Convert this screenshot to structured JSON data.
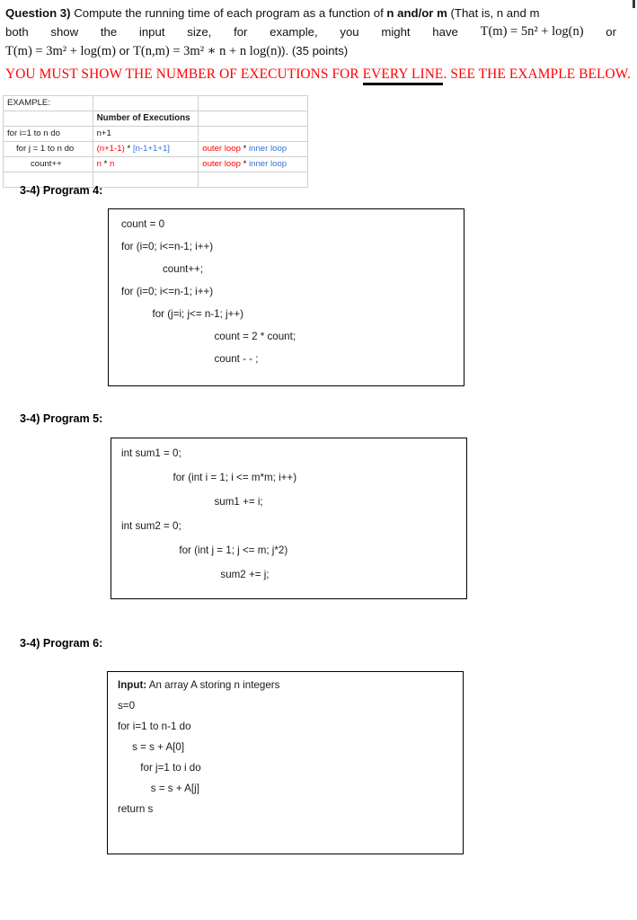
{
  "document": {
    "question": {
      "label": "Question 3)",
      "line1_rest": " Compute the running time of each program as a function of ",
      "line1_bold": "n and/or m",
      "line1_tail": " (That is, n and m",
      "line2_words": [
        "both",
        "show",
        "the",
        "input",
        "size,",
        "for",
        "example,",
        "you",
        "might",
        "have"
      ],
      "line2_math": "T(m) =  5n² + log(n)",
      "line2_tail": "or",
      "line3_math_a": "T(m) =  3m² + log(m)",
      "line3_mid": "or",
      "line3_math_b": "T(n,m) =  3m² ∗ n + n log(n)",
      "line3_tail": "). (35 points)"
    },
    "warning": {
      "before": "YOU MUST SHOW THE NUMBER OF EXECUTIONS FOR ",
      "underlined": "EVERY LINE",
      "after": ". SEE THE EXAMPLE BELOW."
    },
    "example_table": {
      "rows": [
        {
          "cells": [
            {
              "text": "EXAMPLE:",
              "style": "plain"
            },
            {
              "text": "",
              "style": "plain"
            },
            {
              "text": "",
              "style": "plain"
            }
          ]
        },
        {
          "cells": [
            {
              "text": "",
              "style": "plain"
            },
            {
              "text": "Number of Executions",
              "style": "bold"
            },
            {
              "text": "",
              "style": "plain"
            }
          ]
        },
        {
          "cells": [
            {
              "text": "for i=1 to n do",
              "style": "plain"
            },
            {
              "text": "n+1",
              "style": "plain"
            },
            {
              "text": "",
              "style": "plain"
            }
          ]
        },
        {
          "cells": [
            {
              "text": "for j = 1 to n do",
              "style": "indent1"
            },
            {
              "parts": [
                {
                  "text": "(n+1-1)",
                  "color": "red"
                },
                {
                  "text": " * ",
                  "color": "black"
                },
                {
                  "text": "[n-1+1+1]",
                  "color": "blue"
                }
              ],
              "style": "colored"
            },
            {
              "parts": [
                {
                  "text": "outer loop",
                  "color": "red"
                },
                {
                  "text": " * ",
                  "color": "black"
                },
                {
                  "text": "inner loop",
                  "color": "blue"
                }
              ],
              "style": "colored"
            }
          ]
        },
        {
          "cells": [
            {
              "text": "count++",
              "style": "indent2"
            },
            {
              "parts": [
                {
                  "text": "n",
                  "color": "red"
                },
                {
                  "text": " * ",
                  "color": "black"
                },
                {
                  "text": "n",
                  "color": "red"
                }
              ],
              "style": "colored"
            },
            {
              "parts": [
                {
                  "text": "outer loop",
                  "color": "red"
                },
                {
                  "text": " * ",
                  "color": "black"
                },
                {
                  "text": "inner loop",
                  "color": "blue"
                }
              ],
              "style": "colored"
            }
          ]
        },
        {
          "cells": [
            {
              "text": "",
              "style": "plain"
            },
            {
              "text": "",
              "style": "plain"
            },
            {
              "text": "",
              "style": "plain"
            }
          ]
        }
      ]
    },
    "programs": [
      {
        "label": "3-4) Program 4:",
        "lines": [
          {
            "text": "count = 0",
            "indent": 0
          },
          {
            "text": "for (i=0; i<=n-1; i++)",
            "indent": 0
          },
          {
            "text": "count++;",
            "indent": 2
          },
          {
            "text": "for (i=0; i<=n-1; i++)",
            "indent": 0
          },
          {
            "text": "for (j=i; j<= n-1; j++)",
            "indent": 1.5
          },
          {
            "text": "count = 2 * count;",
            "indent": 4.5
          },
          {
            "text": "count - - ;",
            "indent": 4.5
          }
        ]
      },
      {
        "label": "3-4) Program 5:",
        "lines": [
          {
            "text": "int sum1 = 0;",
            "indent": 0
          },
          {
            "text": "for (int i = 1; i <= m*m; i++)",
            "indent": 2.5
          },
          {
            "text": "sum1 += i;",
            "indent": 4.5
          },
          {
            "text": "int sum2 = 0;",
            "indent": 0
          },
          {
            "text": "for (int j = 1; j <= m; j*2)",
            "indent": 2.8
          },
          {
            "text": "sum2 += j;",
            "indent": 4.8
          }
        ]
      },
      {
        "label": "3-4) Program 6:",
        "lines": [
          {
            "bold_prefix": "Input:",
            "text": " An array A storing n integers",
            "indent": 0
          },
          {
            "text": "s=0",
            "indent": 0
          },
          {
            "text": "for i=1 to n-1 do",
            "indent": 0
          },
          {
            "text": "s = s + A[0]",
            "indent": 0.7
          },
          {
            "text": "for j=1 to i do",
            "indent": 1.1
          },
          {
            "text": "s = s + A[j]",
            "indent": 1.6
          },
          {
            "text": "return s",
            "indent": 0
          }
        ]
      }
    ]
  }
}
